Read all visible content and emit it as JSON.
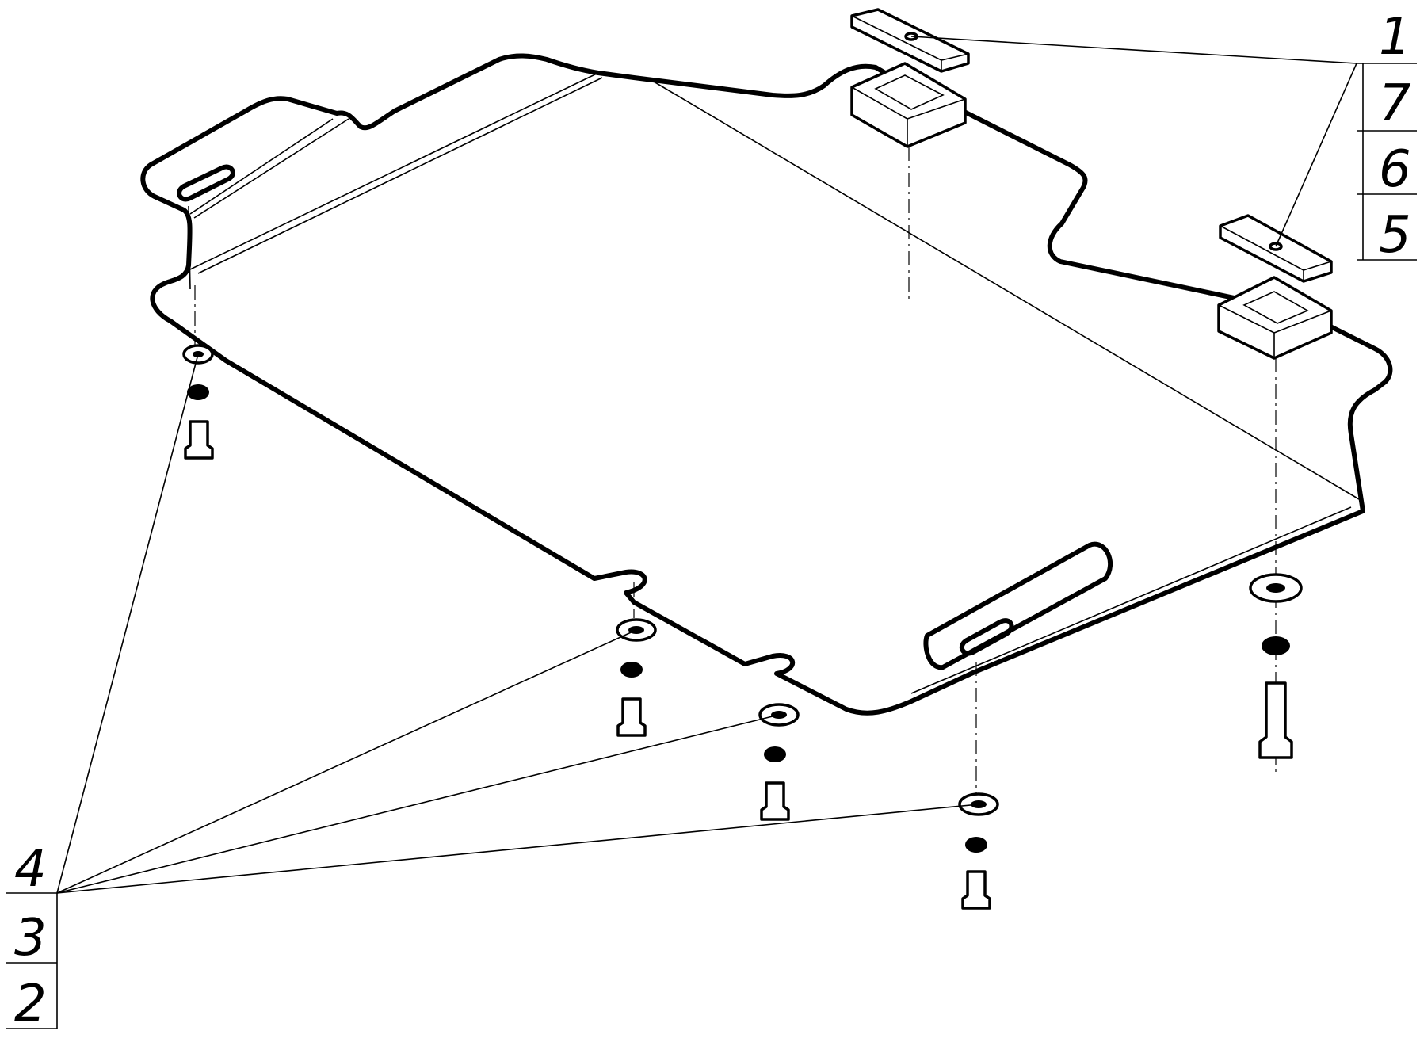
{
  "diagram": {
    "callouts_top_right": [
      "1",
      "7",
      "6",
      "5"
    ],
    "callouts_bottom_left": [
      "4",
      "3",
      "2"
    ]
  },
  "colors": {
    "line": "#000000",
    "background": "#ffffff"
  }
}
